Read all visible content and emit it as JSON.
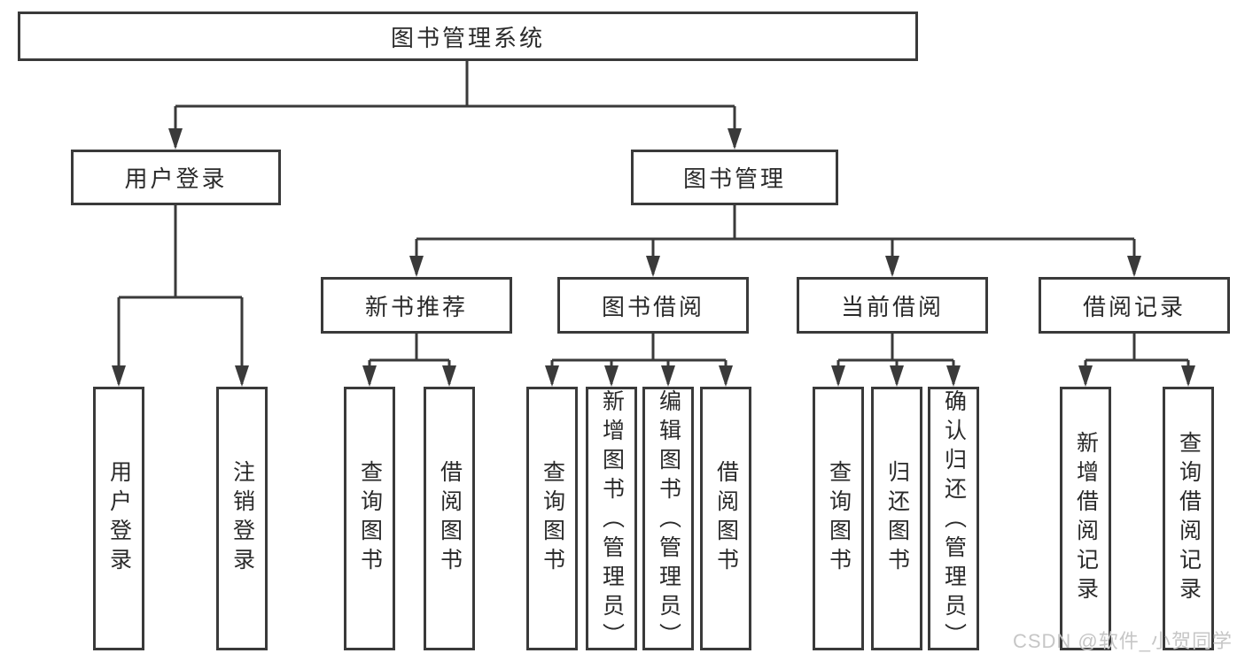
{
  "diagram_type": "hierarchy-tree",
  "root": {
    "label": "图书管理系统",
    "children": [
      {
        "label": "用户登录",
        "children": [
          {
            "label": "用户登录"
          },
          {
            "label": "注销登录"
          }
        ]
      },
      {
        "label": "图书管理",
        "children": [
          {
            "label": "新书推荐",
            "children": [
              {
                "label": "查询图书"
              },
              {
                "label": "借阅图书"
              }
            ]
          },
          {
            "label": "图书借阅",
            "children": [
              {
                "label": "查询图书"
              },
              {
                "label": "新增图书（管理员）"
              },
              {
                "label": "编辑图书（管理员）"
              },
              {
                "label": "借阅图书"
              }
            ]
          },
          {
            "label": "当前借阅",
            "children": [
              {
                "label": "查询图书"
              },
              {
                "label": "归还图书"
              },
              {
                "label": "确认归还（管理员）"
              }
            ]
          },
          {
            "label": "借阅记录",
            "children": [
              {
                "label": "新增借阅记录"
              },
              {
                "label": "查询借阅记录"
              }
            ]
          }
        ]
      }
    ]
  },
  "watermark": "CSDN @软件_小贺同学",
  "colors": {
    "line": "#3a3a3a",
    "box_border": "#3a3a3a",
    "box_background": "#ffffff",
    "text": "#2a2a2a",
    "watermark": "#c6c6c6",
    "background": "#ffffff"
  }
}
